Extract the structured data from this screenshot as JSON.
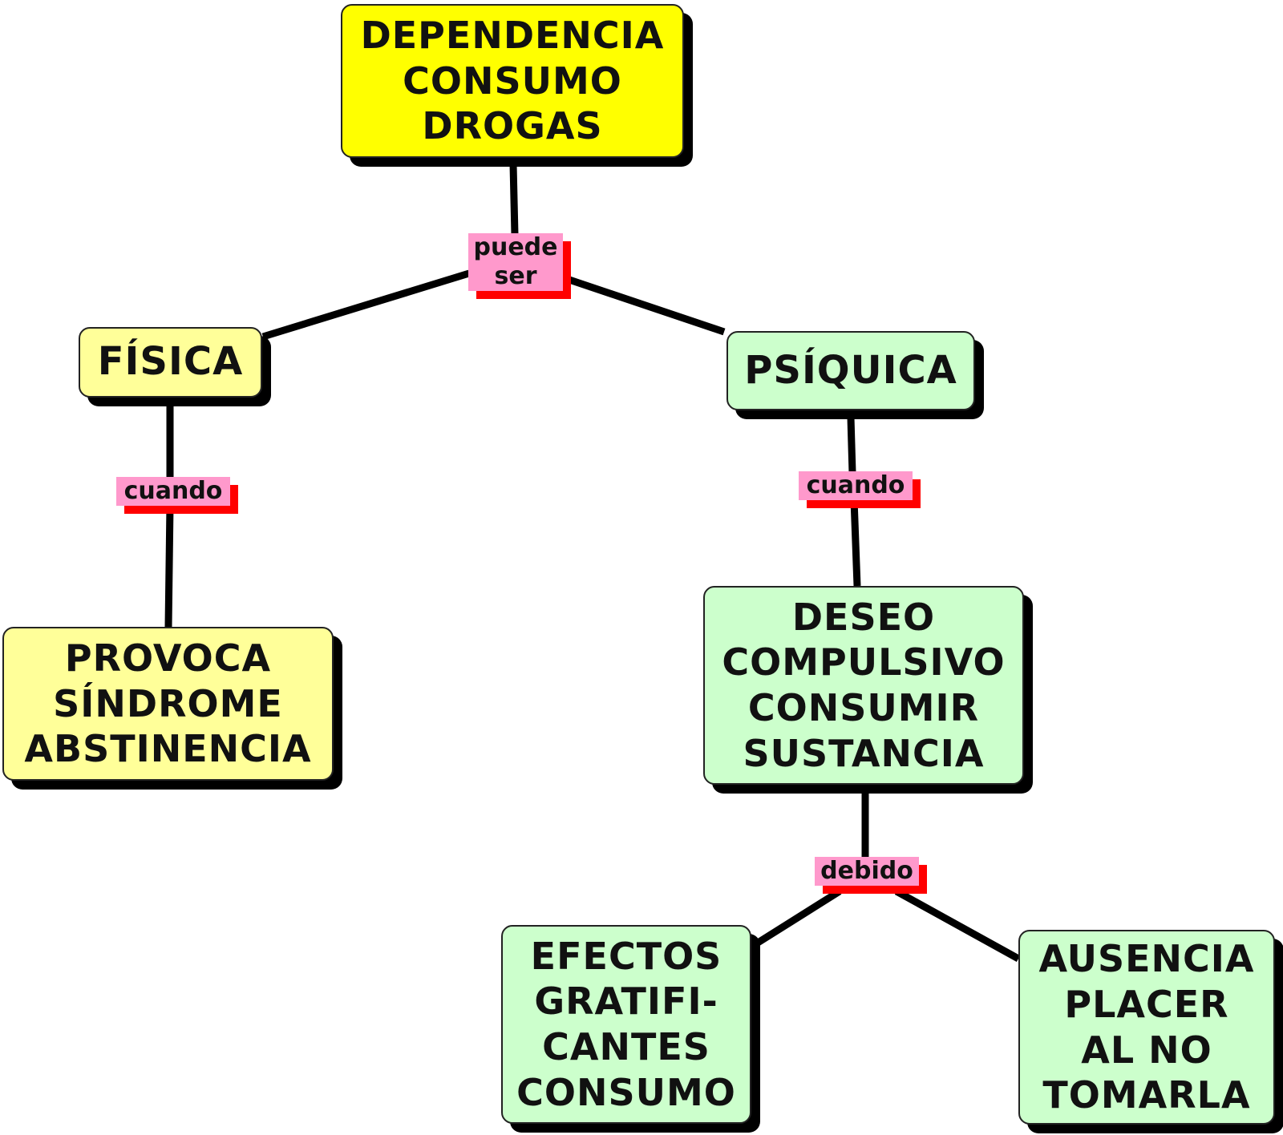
{
  "nodes": {
    "root": {
      "lines": [
        "DEPENDENCIA",
        "CONSUMO",
        "DROGAS"
      ],
      "color": "#ffff00"
    },
    "fisica": {
      "lines": [
        "FÍSICA"
      ],
      "color": "#ffff99"
    },
    "psiquica": {
      "lines": [
        "PSÍQUICA"
      ],
      "color": "#ccffcc"
    },
    "provoca": {
      "lines": [
        "PROVOCA",
        "SÍNDROME",
        "ABSTINENCIA"
      ],
      "color": "#ffff99"
    },
    "deseo": {
      "lines": [
        "DESEO",
        "COMPULSIVO",
        "CONSUMIR",
        "SUSTANCIA"
      ],
      "color": "#ccffcc"
    },
    "efectos": {
      "lines": [
        "EFECTOS",
        "GRATIFI-",
        "CANTES",
        "CONSUMO"
      ],
      "color": "#ccffcc"
    },
    "ausencia": {
      "lines": [
        "AUSENCIA",
        "PLACER",
        "AL NO",
        "TOMARLA"
      ],
      "color": "#ccffcc"
    }
  },
  "links": {
    "puede_ser": {
      "lines": [
        "puede",
        "ser"
      ]
    },
    "cuando_fisica": {
      "lines": [
        "cuando"
      ]
    },
    "cuando_psiquica": {
      "lines": [
        "cuando"
      ]
    },
    "debido": {
      "lines": [
        "debido"
      ]
    }
  },
  "colors": {
    "link_label_bg": "#ff99cc",
    "link_label_shadow": "#ff0000",
    "connector": "#000000",
    "node_shadow": "#000000"
  }
}
